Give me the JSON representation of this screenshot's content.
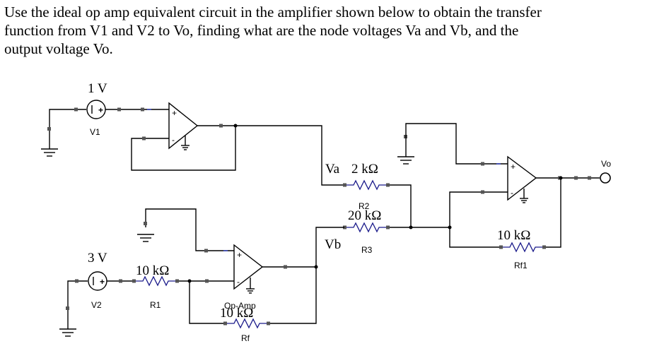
{
  "question": {
    "line1": "Use the ideal op amp equivalent circuit in the amplifier shown below to obtain the transfer",
    "line2": "function from V1 and V2 to Vo, finding what are the node voltages Va and Vb, and the",
    "line3": "output voltage Vo."
  },
  "circuit": {
    "v1": {
      "value": "1 V",
      "name": "V1"
    },
    "v2": {
      "value": "3 V",
      "name": "V2"
    },
    "r1": {
      "value": "10 kΩ",
      "name": "R1"
    },
    "rf": {
      "value": "10 kΩ",
      "name": "Rf"
    },
    "r2": {
      "value": "2 kΩ",
      "name": "R2"
    },
    "r3": {
      "value": "20 kΩ",
      "name": "R3"
    },
    "rf1": {
      "value": "10 kΩ",
      "name": "Rf1"
    },
    "opamp_label": "Op-Amp",
    "node_va": "Va",
    "node_vb": "Vb",
    "output_label": "Vo",
    "pin_plus": "+",
    "pin_minus": "-"
  }
}
